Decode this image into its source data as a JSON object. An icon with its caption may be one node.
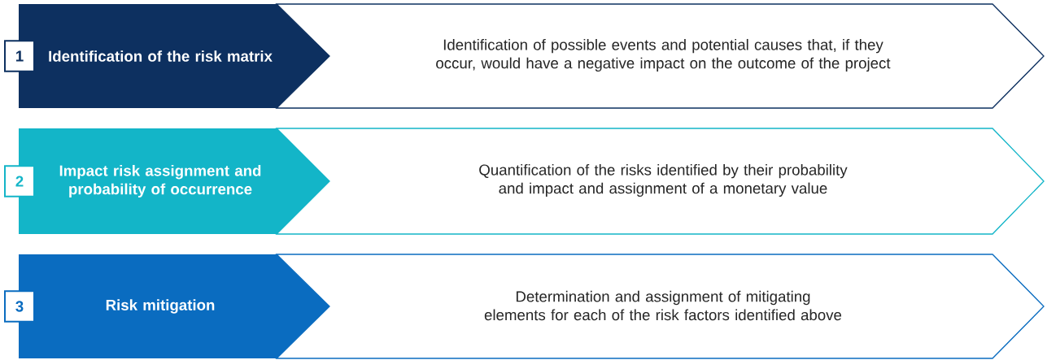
{
  "diagram": {
    "nodes": [
      {
        "text": [
          "1"
        ]
      },
      {
        "text": [
          "Identification of the risk matrix"
        ]
      },
      {
        "text": [
          "Identification of possible events and potential causes that, if they occur, would have a negative impact on the outcome of the project"
        ]
      },
      {
        "text": [
          "2"
        ]
      },
      {
        "text": [
          "Impact risk assignment and probability of occurrence"
        ]
      },
      {
        "text": [
          "Quantification of the risks identified by their probability and impact and assignment of a monetary value"
        ]
      },
      {
        "text": [
          "3"
        ]
      },
      {
        "text": [
          "Risk mitigation"
        ]
      },
      {
        "text": [
          "Determination and assignment of mitigating elements for each of the risk factors identified above"
        ]
      }
    ]
  }
}
